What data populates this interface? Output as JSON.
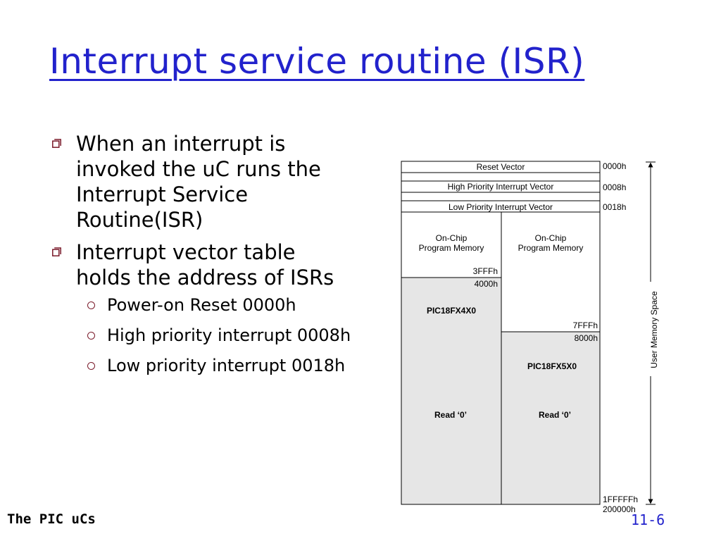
{
  "slide": {
    "title": "Interrupt service routine (ISR)",
    "bullets": [
      "When an interrupt is invoked the uC runs the Interrupt Service Routine(ISR)",
      "Interrupt vector table holds the address of ISRs"
    ],
    "sub_bullets": [
      "Power-on Reset 0000h",
      "High priority interrupt 0008h",
      "Low priority interrupt 0018h"
    ],
    "footer_left": "The PIC uCs",
    "page_number": "11-6"
  },
  "diagram": {
    "vectors": [
      "Reset Vector",
      "High Priority Interrupt Vector",
      "Low Priority Interrupt Vector"
    ],
    "on_chip_left": [
      "On-Chip",
      "Program Memory"
    ],
    "on_chip_right": [
      "On-Chip",
      "Program Memory"
    ],
    "addresses": {
      "a0000": "0000h",
      "a0008": "0008h",
      "a0018": "0018h",
      "a3fff": "3FFFh",
      "a4000": "4000h",
      "a7fff": "7FFFh",
      "a8000": "8000h",
      "a1fffff": "1FFFFFh",
      "a200000": "200000h"
    },
    "device_left": "PIC18FX4X0",
    "device_right": "PIC18FX5X0",
    "read_left": "Read ‘0’",
    "read_right": "Read ‘0’",
    "axis_label": "User Memory Space",
    "colors": {
      "unimplemented_fill": "#e6e6e6",
      "title_blue": "#2222cc",
      "bullet_marker": "#7a1a2a"
    }
  }
}
